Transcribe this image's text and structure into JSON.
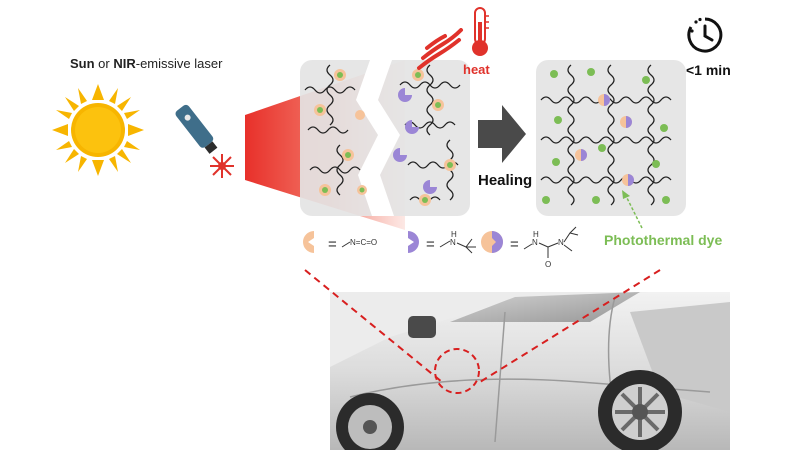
{
  "header": {
    "sun_word": "Sun",
    "or_word": " or ",
    "nir_word": "NIR",
    "laser_suffix": "-emissive laser"
  },
  "labels": {
    "heat": "heat",
    "time": "<1 min",
    "healing": "Healing",
    "photothermal_dye": "Photothermal dye"
  },
  "legend": {
    "equals": "=",
    "isocyanate_formula": "N=C=O",
    "amine_h": "H",
    "amine_n": "N",
    "urea_h": "H",
    "urea_n1": "N",
    "urea_n2": "N",
    "urea_o": "O"
  },
  "colors": {
    "heat_red": "#e0322b",
    "sun_yellow": "#f7b500",
    "dye_green": "#7cbd55",
    "isocyanate_orange": "#f6c39a",
    "amine_purple": "#9b86d6",
    "dashed_red": "#d81f1f",
    "arrow_gray": "#4a4a4a"
  },
  "icons": [
    "sun-icon",
    "laser-icon",
    "thermometer-icon",
    "heat-waves-icon",
    "timer-icon",
    "arrow-right-icon"
  ]
}
